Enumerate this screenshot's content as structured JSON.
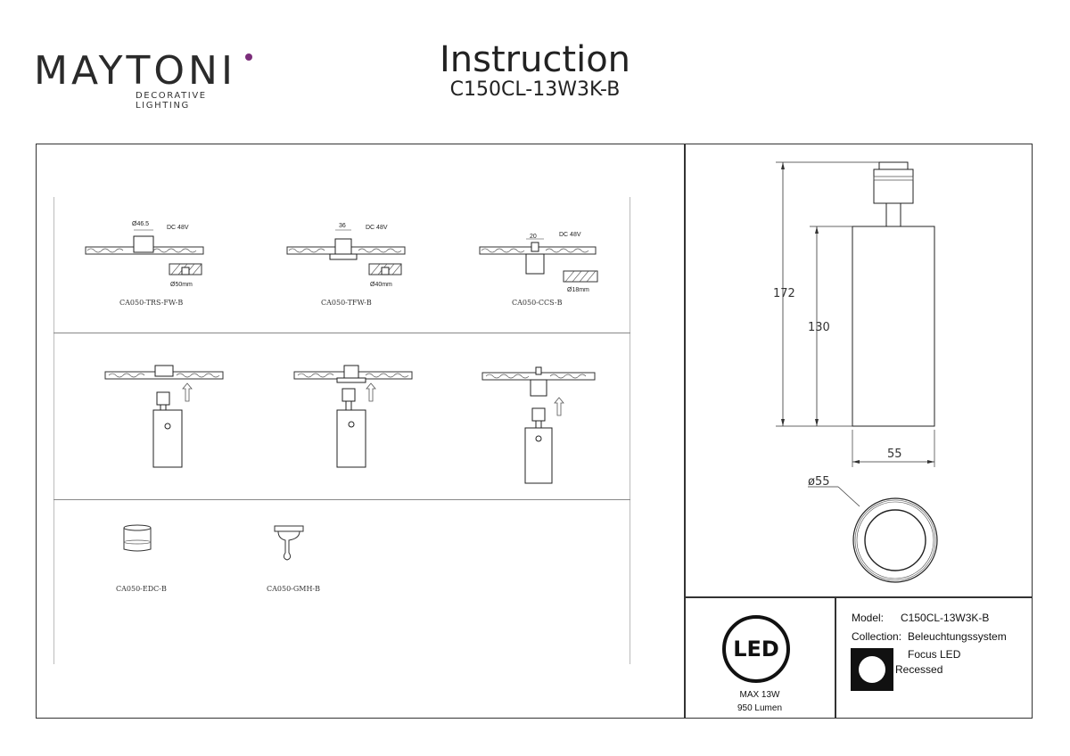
{
  "brand": {
    "name": "MAYTONI",
    "tagline": "DECORATIVE LIGHTING",
    "accent_color": "#7b2d7a"
  },
  "header": {
    "title": "Instruction",
    "model": "C150CL-13W3K-B"
  },
  "mounting": {
    "options": [
      {
        "code": "CA050-TRS-FW-B",
        "size_label": "Ø46.5",
        "voltage": "DC 48V",
        "hole": "Ø50mm"
      },
      {
        "code": "CA050-TFW-B",
        "size_label": "36",
        "voltage": "DC 48V",
        "hole": "Ø40mm"
      },
      {
        "code": "CA050-CCS-B",
        "size_label": "20",
        "voltage": "DC 48V",
        "hole": "Ø18mm"
      }
    ],
    "accessories": [
      {
        "code": "CA050-EDC-B"
      },
      {
        "code": "CA050-GMH-B"
      }
    ]
  },
  "dimensions": {
    "total_height": "172",
    "body_height": "130",
    "width": "55",
    "diameter": "ø55"
  },
  "led": {
    "badge": "LED",
    "power": "MAX 13W",
    "lumen": "950 Lumen"
  },
  "specs": {
    "model_label": "Model:",
    "model_value": "C150CL-13W3K-B",
    "collection_label": "Collection:",
    "collection_value": "Beleuchtungssystem",
    "type_value": "Focus LED",
    "mount_value": "Recessed"
  }
}
